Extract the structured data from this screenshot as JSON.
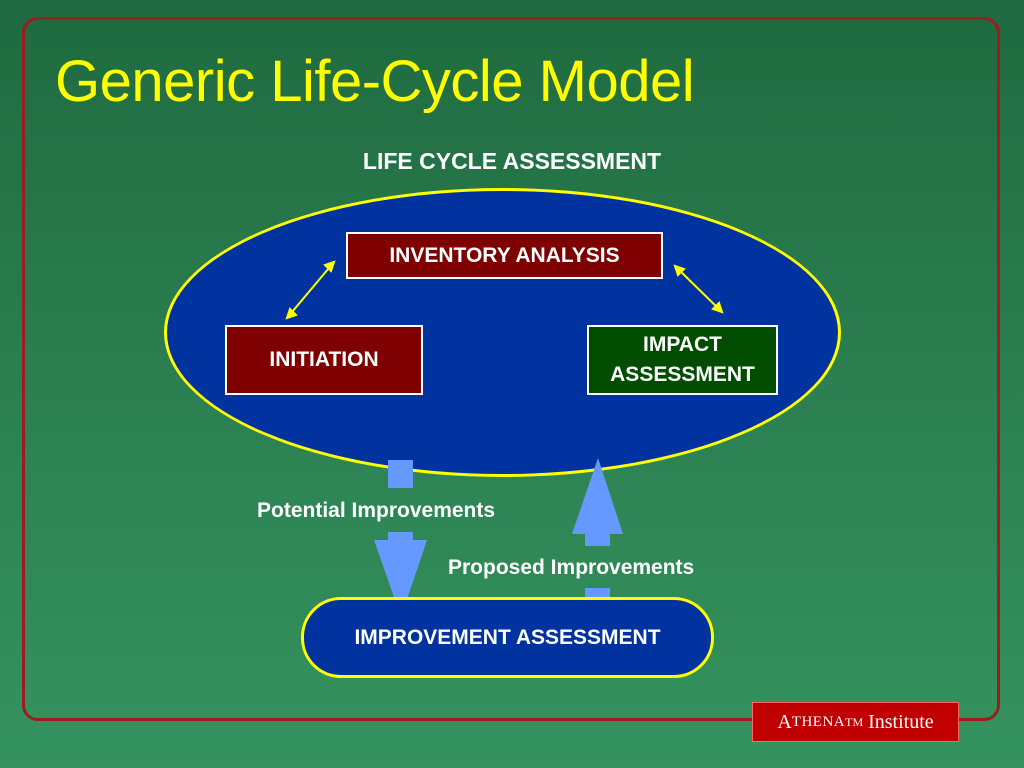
{
  "title": "Generic Life-Cycle Model",
  "lca_heading": "LIFE CYCLE ASSESSMENT",
  "nodes": {
    "inventory": "INVENTORY ANALYSIS",
    "initiation": "INITIATION",
    "impact_line1": "IMPACT",
    "impact_line2": "ASSESSMENT",
    "improvement": "IMPROVEMENT ASSESSMENT"
  },
  "edges": {
    "potential": "Potential Improvements",
    "proposed": "Proposed Improvements"
  },
  "badge": {
    "first_letter": "A",
    "rest": "THENA",
    "tm": "TM",
    "suffix": "Institute"
  },
  "colors": {
    "background": "#2a7d4f",
    "title": "#ffff00",
    "ellipse_fill": "#0033a0",
    "outline": "#ffff00",
    "red_box": "#7f0000",
    "green_box": "#004d00",
    "arrow_blue": "#6699ff",
    "frame": "#9b1d1d",
    "badge": "#c00000"
  }
}
